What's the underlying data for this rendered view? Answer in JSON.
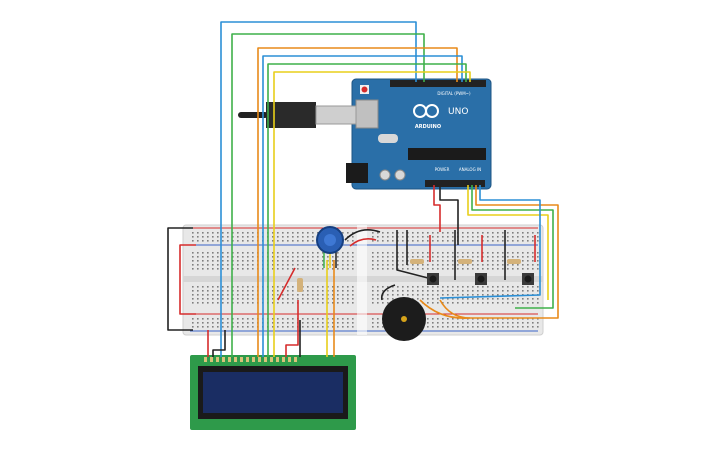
{
  "board": {
    "brand": "ARDUINO",
    "model": "UNO",
    "digital_label": "DIGITAL (PWM~)",
    "power_label": "POWER",
    "analog_label": "ANALOG IN"
  },
  "colors": {
    "background": "#ffffff",
    "board": "#2a6fa8",
    "board_dark": "#1d5483",
    "breadboard": "#e8e8e8",
    "breadboard_hole": "#7f7f7f",
    "rail_red": "#d62c2c",
    "rail_blue": "#3a64c8",
    "lcd_pcb": "#2e9a4a",
    "lcd_screen": "#1a2d63",
    "buzzer": "#1c1c1c",
    "pot": "#2a5fb4",
    "wire_blue": "#2b8fd6",
    "wire_green": "#3fb04a",
    "wire_orange": "#e88a1a",
    "wire_yellow": "#e8cf1a",
    "wire_red": "#d62c2c",
    "wire_black": "#222222"
  },
  "icons": [
    "usb-cable-icon",
    "arduino-logo-icon",
    "reset-button-icon",
    "potentiometer-icon",
    "buzzer-icon",
    "pushbutton-icon",
    "resistor-icon"
  ]
}
